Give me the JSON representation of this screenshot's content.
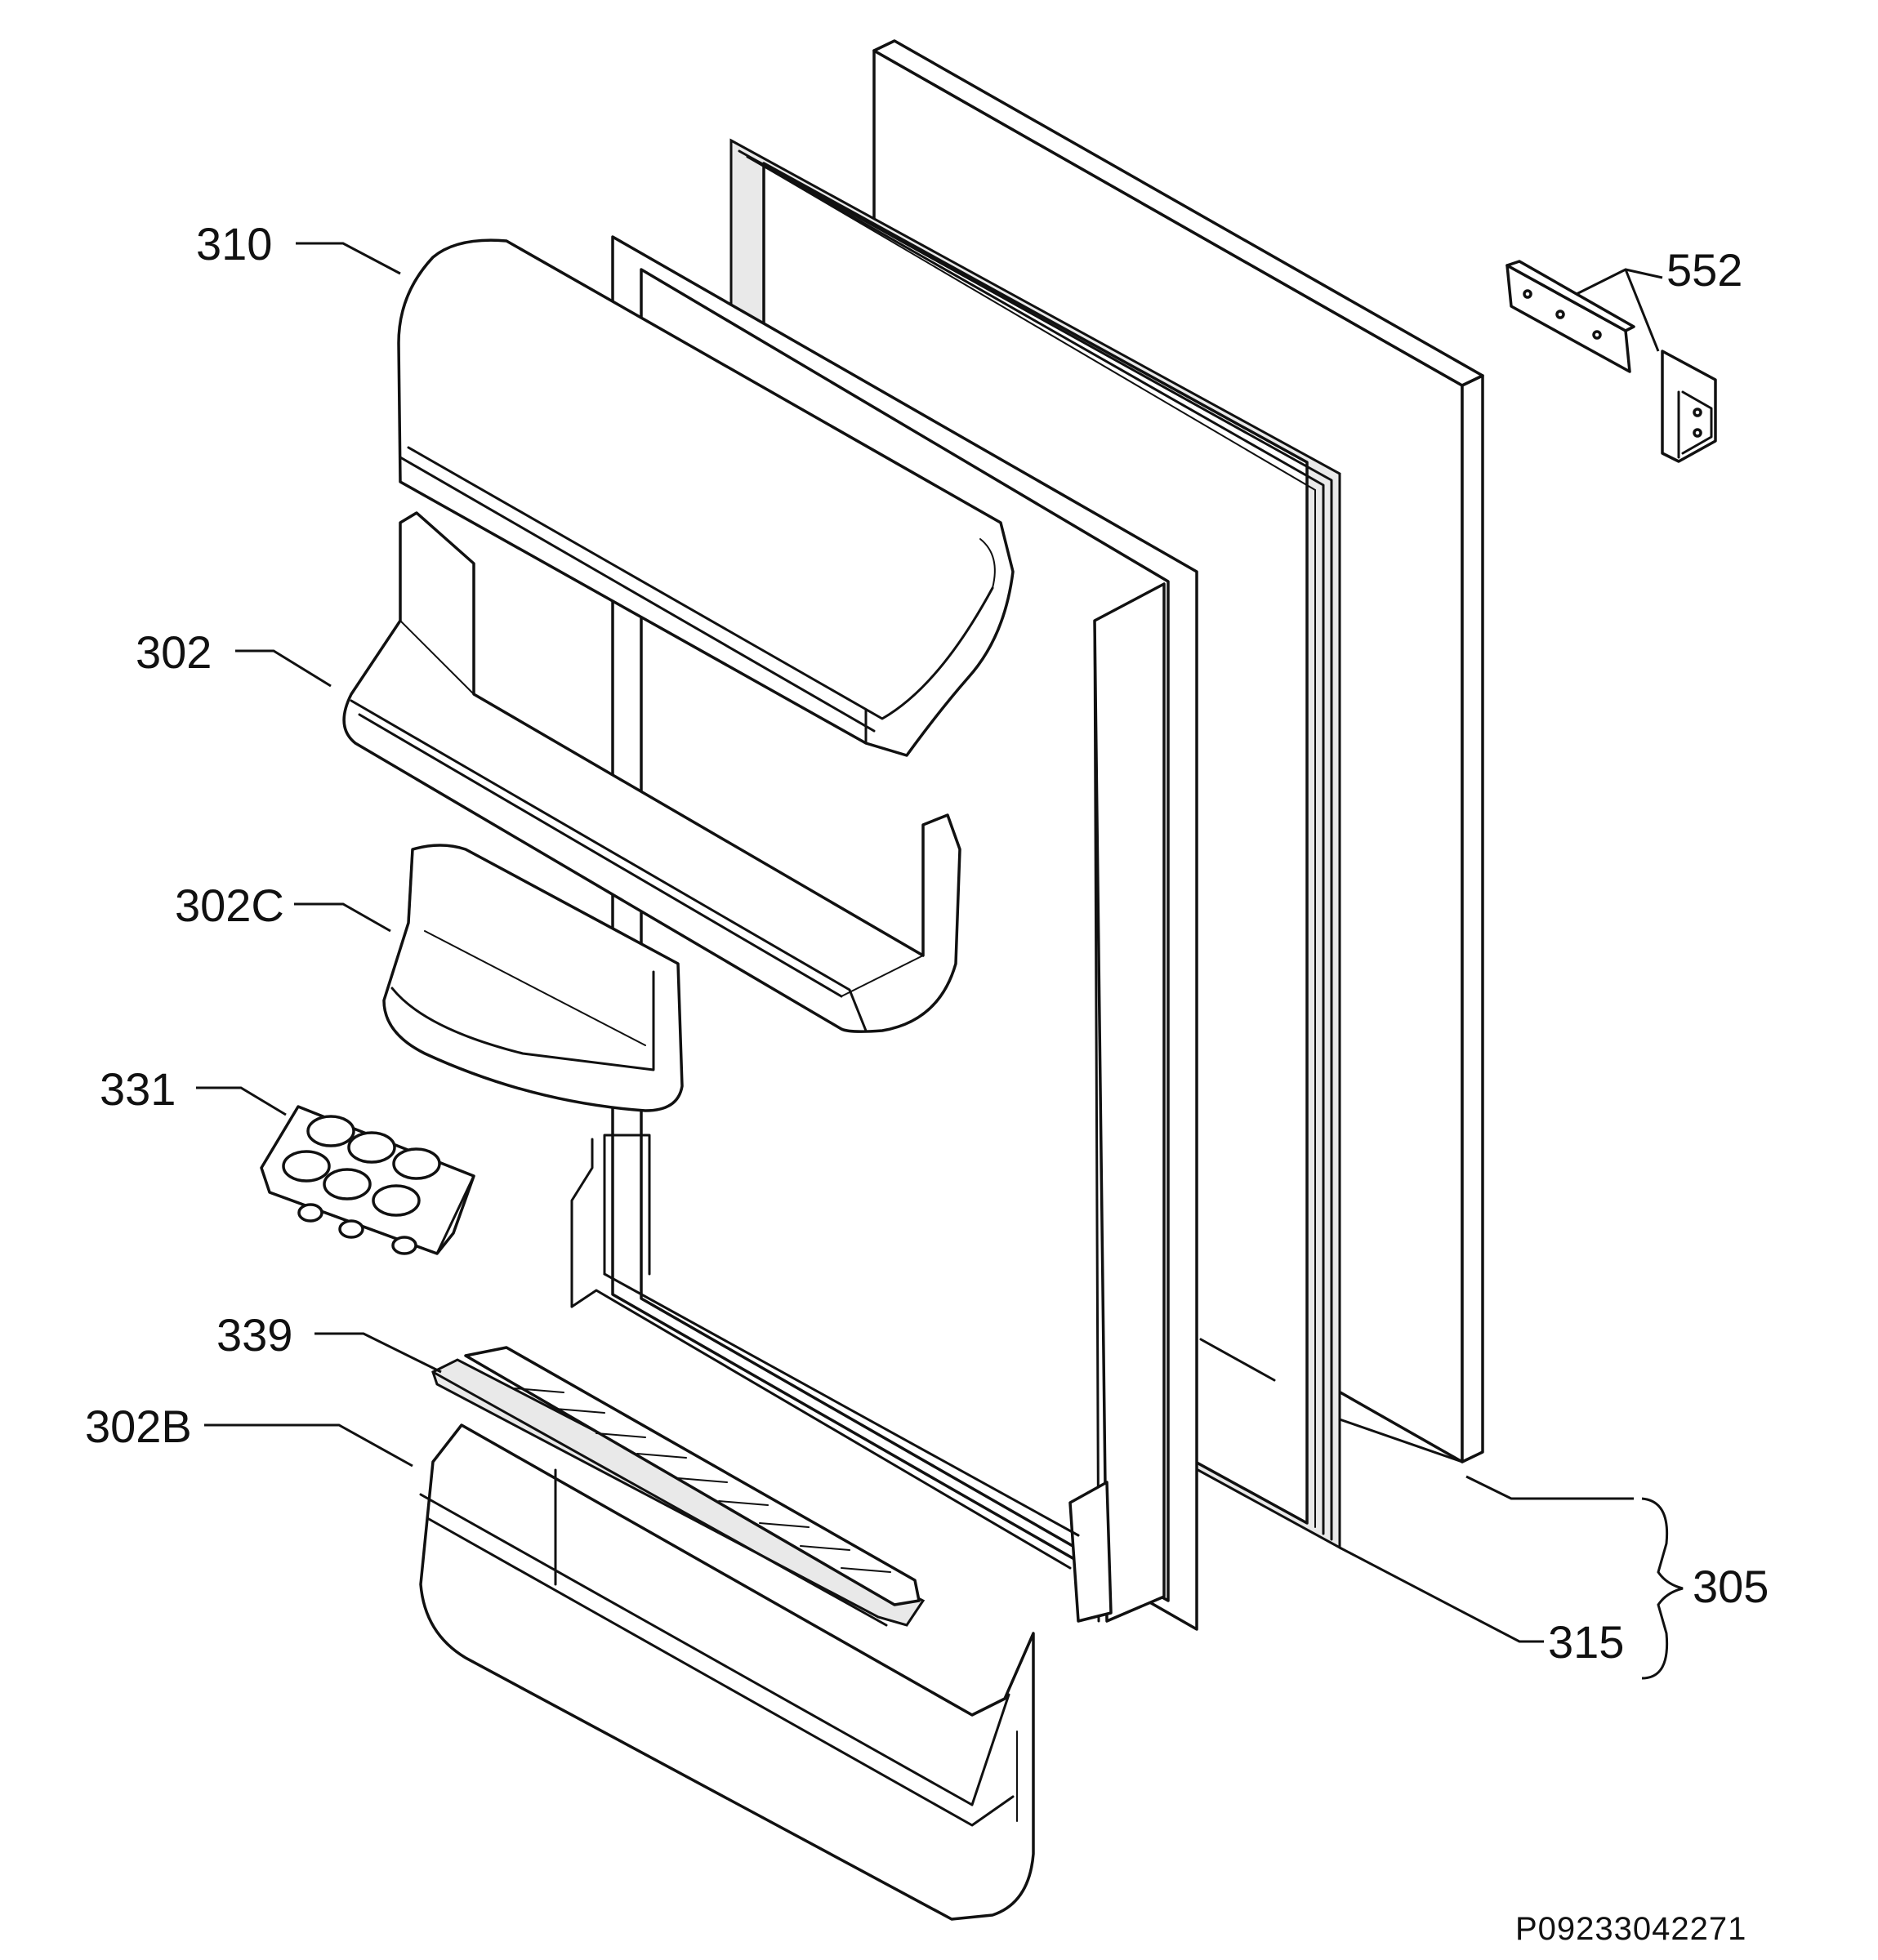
{
  "labels": {
    "l310": "310",
    "l302": "302",
    "l302c": "302C",
    "l331": "331",
    "l339": "339",
    "l302b": "302B",
    "l552": "552",
    "l305": "305",
    "l315": "315"
  },
  "drawing_code": "P09233042271"
}
